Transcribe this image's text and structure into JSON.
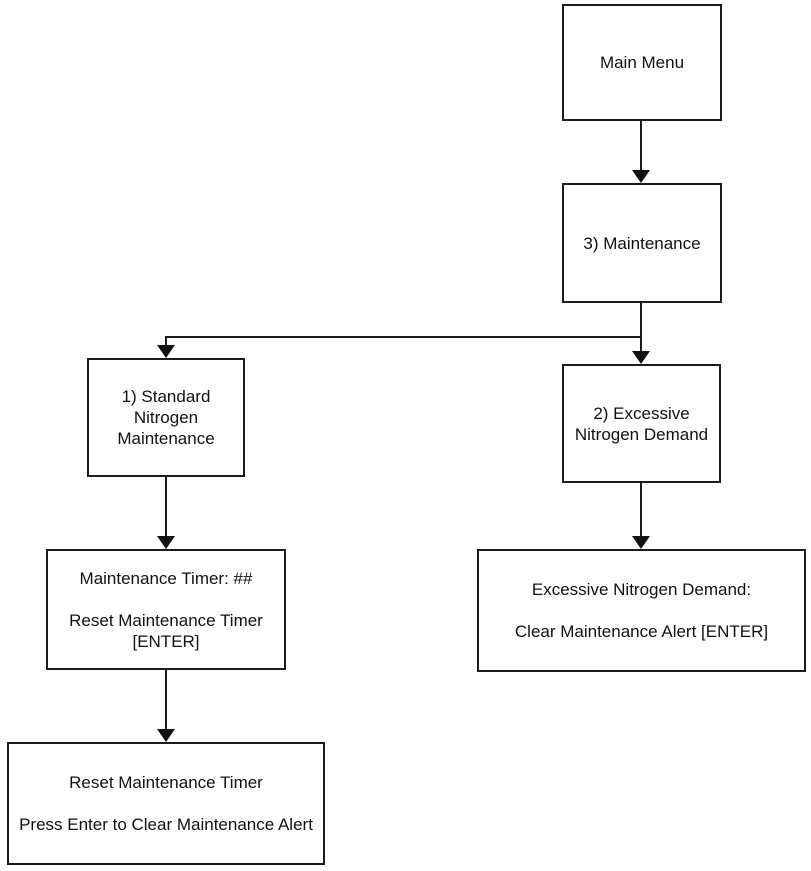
{
  "page": {
    "background": "#ffffff"
  },
  "colors": {
    "box_border": "#1c1c1c",
    "connector_line": "#1c1c1c",
    "arrowhead": "#111111",
    "text": "#111111"
  },
  "nodes": {
    "main_menu": {
      "lines": [
        "Main Menu"
      ]
    },
    "maintenance_menu": {
      "lines": [
        "3) Maintenance"
      ]
    },
    "standard_nitrogen_maintenance": {
      "lines": [
        "1) Standard",
        "Nitrogen",
        "Maintenance"
      ]
    },
    "excessive_nitrogen_demand": {
      "lines": [
        "2) Excessive",
        "Nitrogen Demand"
      ]
    },
    "maintenance_timer_screen": {
      "lines": [
        "Maintenance Timer: ##",
        "",
        "Reset Maintenance Timer",
        "[ENTER]"
      ]
    },
    "excessive_demand_screen": {
      "lines": [
        "Excessive Nitrogen Demand:",
        "",
        "Clear Maintenance Alert [ENTER]"
      ]
    },
    "reset_timer_screen": {
      "lines": [
        "Reset Maintenance Timer",
        "",
        "Press Enter to Clear Maintenance Alert"
      ]
    }
  },
  "edges": [
    {
      "from": "main_menu",
      "to": "maintenance_menu"
    },
    {
      "from": "maintenance_menu",
      "to": "standard_nitrogen_maintenance"
    },
    {
      "from": "maintenance_menu",
      "to": "excessive_nitrogen_demand"
    },
    {
      "from": "standard_nitrogen_maintenance",
      "to": "maintenance_timer_screen"
    },
    {
      "from": "excessive_nitrogen_demand",
      "to": "excessive_demand_screen"
    },
    {
      "from": "maintenance_timer_screen",
      "to": "reset_timer_screen"
    }
  ]
}
